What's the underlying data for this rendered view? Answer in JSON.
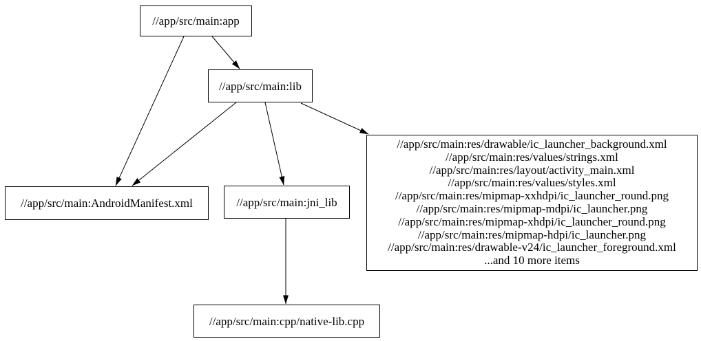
{
  "graph": {
    "background_color": "#ffffff",
    "node_border_color": "#000000",
    "edge_color": "#000000",
    "text_color": "#000000",
    "nodes": {
      "app": {
        "label": "//app/src/main:app"
      },
      "lib": {
        "label": "//app/src/main:lib"
      },
      "manifest": {
        "label": "//app/src/main:AndroidManifest.xml"
      },
      "jni_lib": {
        "label": "//app/src/main:jni_lib"
      },
      "native_lib": {
        "label": "//app/src/main:cpp/native-lib.cpp"
      },
      "res": {
        "lines": [
          "//app/src/main:res/drawable/ic_launcher_background.xml",
          "//app/src/main:res/values/strings.xml",
          "//app/src/main:res/layout/activity_main.xml",
          "//app/src/main:res/values/styles.xml",
          "//app/src/main:res/mipmap-xxhdpi/ic_launcher_round.png",
          "//app/src/main:res/mipmap-mdpi/ic_launcher.png",
          "//app/src/main:res/mipmap-xhdpi/ic_launcher_round.png",
          "//app/src/main:res/mipmap-hdpi/ic_launcher.png",
          "//app/src/main:res/drawable-v24/ic_launcher_foreground.xml",
          "...and 10 more items"
        ]
      }
    },
    "edges": [
      {
        "from": "app",
        "to": "lib"
      },
      {
        "from": "app",
        "to": "manifest"
      },
      {
        "from": "lib",
        "to": "manifest"
      },
      {
        "from": "lib",
        "to": "jni_lib"
      },
      {
        "from": "lib",
        "to": "res"
      },
      {
        "from": "jni_lib",
        "to": "native_lib"
      }
    ]
  }
}
